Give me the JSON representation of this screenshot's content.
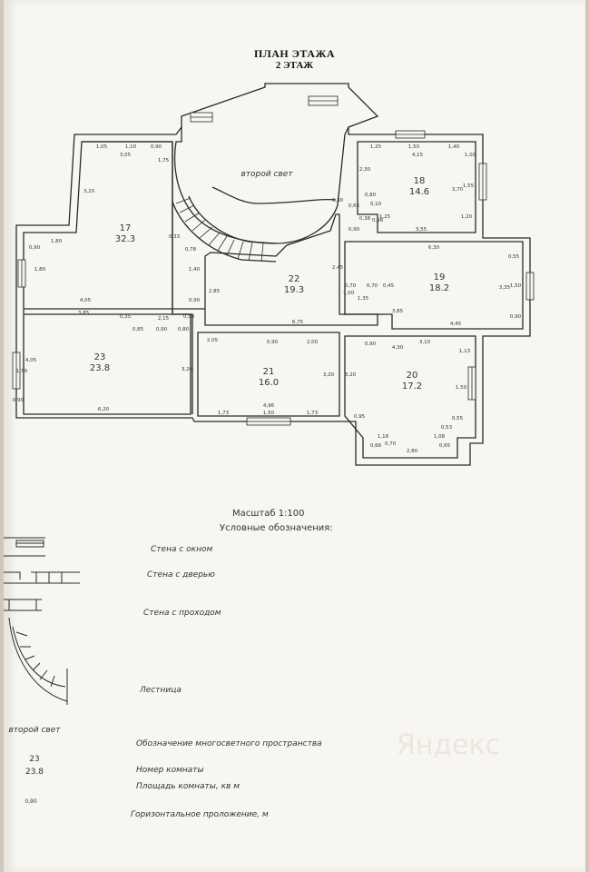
{
  "plan": {
    "title": "ПЛАН ЭТАЖА",
    "subtitle": "2 ЭТАЖ",
    "void_label": "второй свет"
  },
  "rooms": [
    {
      "number": "17",
      "area": "32.3"
    },
    {
      "number": "18",
      "area": "14.6"
    },
    {
      "number": "19",
      "area": "18.2"
    },
    {
      "number": "20",
      "area": "17.2"
    },
    {
      "number": "21",
      "area": "16.0"
    },
    {
      "number": "22",
      "area": "19.3"
    },
    {
      "number": "23",
      "area": "23.8"
    }
  ],
  "dimensions": {
    "d105": "1,05",
    "d110": "1,10",
    "d090": "0,90",
    "d305": "3,05",
    "d175": "1,75",
    "d320": "3,20",
    "d180": "1,80",
    "d090b": "0,90",
    "d180b": "1,80",
    "d405": "4,05",
    "d385": "3,85",
    "d035": "0,35",
    "d215": "2,15",
    "d085": "0,85",
    "d090c": "0,90",
    "d080": "0,80",
    "d058": "0,58",
    "d140": "1,40",
    "d033": "0,33",
    "d078": "0,78",
    "d150": "1,50",
    "d405b": "4,05",
    "d090d": "0,90",
    "d620": "6,20",
    "d320b": "3,20",
    "d125": "1,25",
    "d150b": "1,50",
    "d140b": "1,40",
    "d415": "4,15",
    "d100": "1,00",
    "d230": "2,30",
    "d370": "3,70",
    "d155": "1,55",
    "d120": "1,20",
    "d355": "3,55",
    "d030": "0,30",
    "d080b": "0,80",
    "d065": "0,65",
    "d038": "0,38",
    "d010": "0,10",
    "d090e": "0,90",
    "d098": "0,98",
    "d125b": "1,25",
    "d630": "6,30",
    "d055": "0,55",
    "d070": "0,70",
    "d070b": "0,70",
    "d045": "0,45",
    "d100b": "1,00",
    "d135": "1,35",
    "d335": "3,35",
    "d150c": "1,50",
    "d090f": "0,90",
    "d445": "4,45",
    "d245": "2,45",
    "d285": "2,85",
    "d385b": "3,85",
    "d090g": "0,90",
    "d675": "6,75",
    "d205": "2,05",
    "d090h": "0,90",
    "d200": "2,00",
    "d320c": "3,20",
    "d496": "4,96",
    "d173": "1,73",
    "d150d": "1,50",
    "d173b": "1,73",
    "d320d": "3,20",
    "d090i": "0,90",
    "d430": "4,30",
    "d310": "3,10",
    "d113": "1,13",
    "d150e": "1,50",
    "d095": "0,95",
    "d055b": "0,55",
    "d053": "0,53",
    "d280": "2,80",
    "d118": "1,18",
    "d066": "0,66",
    "d065b": "0,65",
    "d108": "1,08",
    "d070c": "0,70"
  },
  "scale": {
    "label": "Масштаб 1:100",
    "legend_title": "Условные обозначения:"
  },
  "legend": {
    "window": "Стена с окном",
    "door": "Стена с дверью",
    "passage": "Стена с проходом",
    "stairs": "Лестница",
    "void_symbol": "второй свет",
    "void": "Обозначение многосветного пространства",
    "room_number": "Номер комнаты",
    "room_area": "Площадь комнаты, кв м",
    "sample_number": "23",
    "sample_area": "23.8",
    "sample_dim": "0,90",
    "opening": "Горизонтальное проложение, м"
  },
  "watermark": "Яндекс"
}
